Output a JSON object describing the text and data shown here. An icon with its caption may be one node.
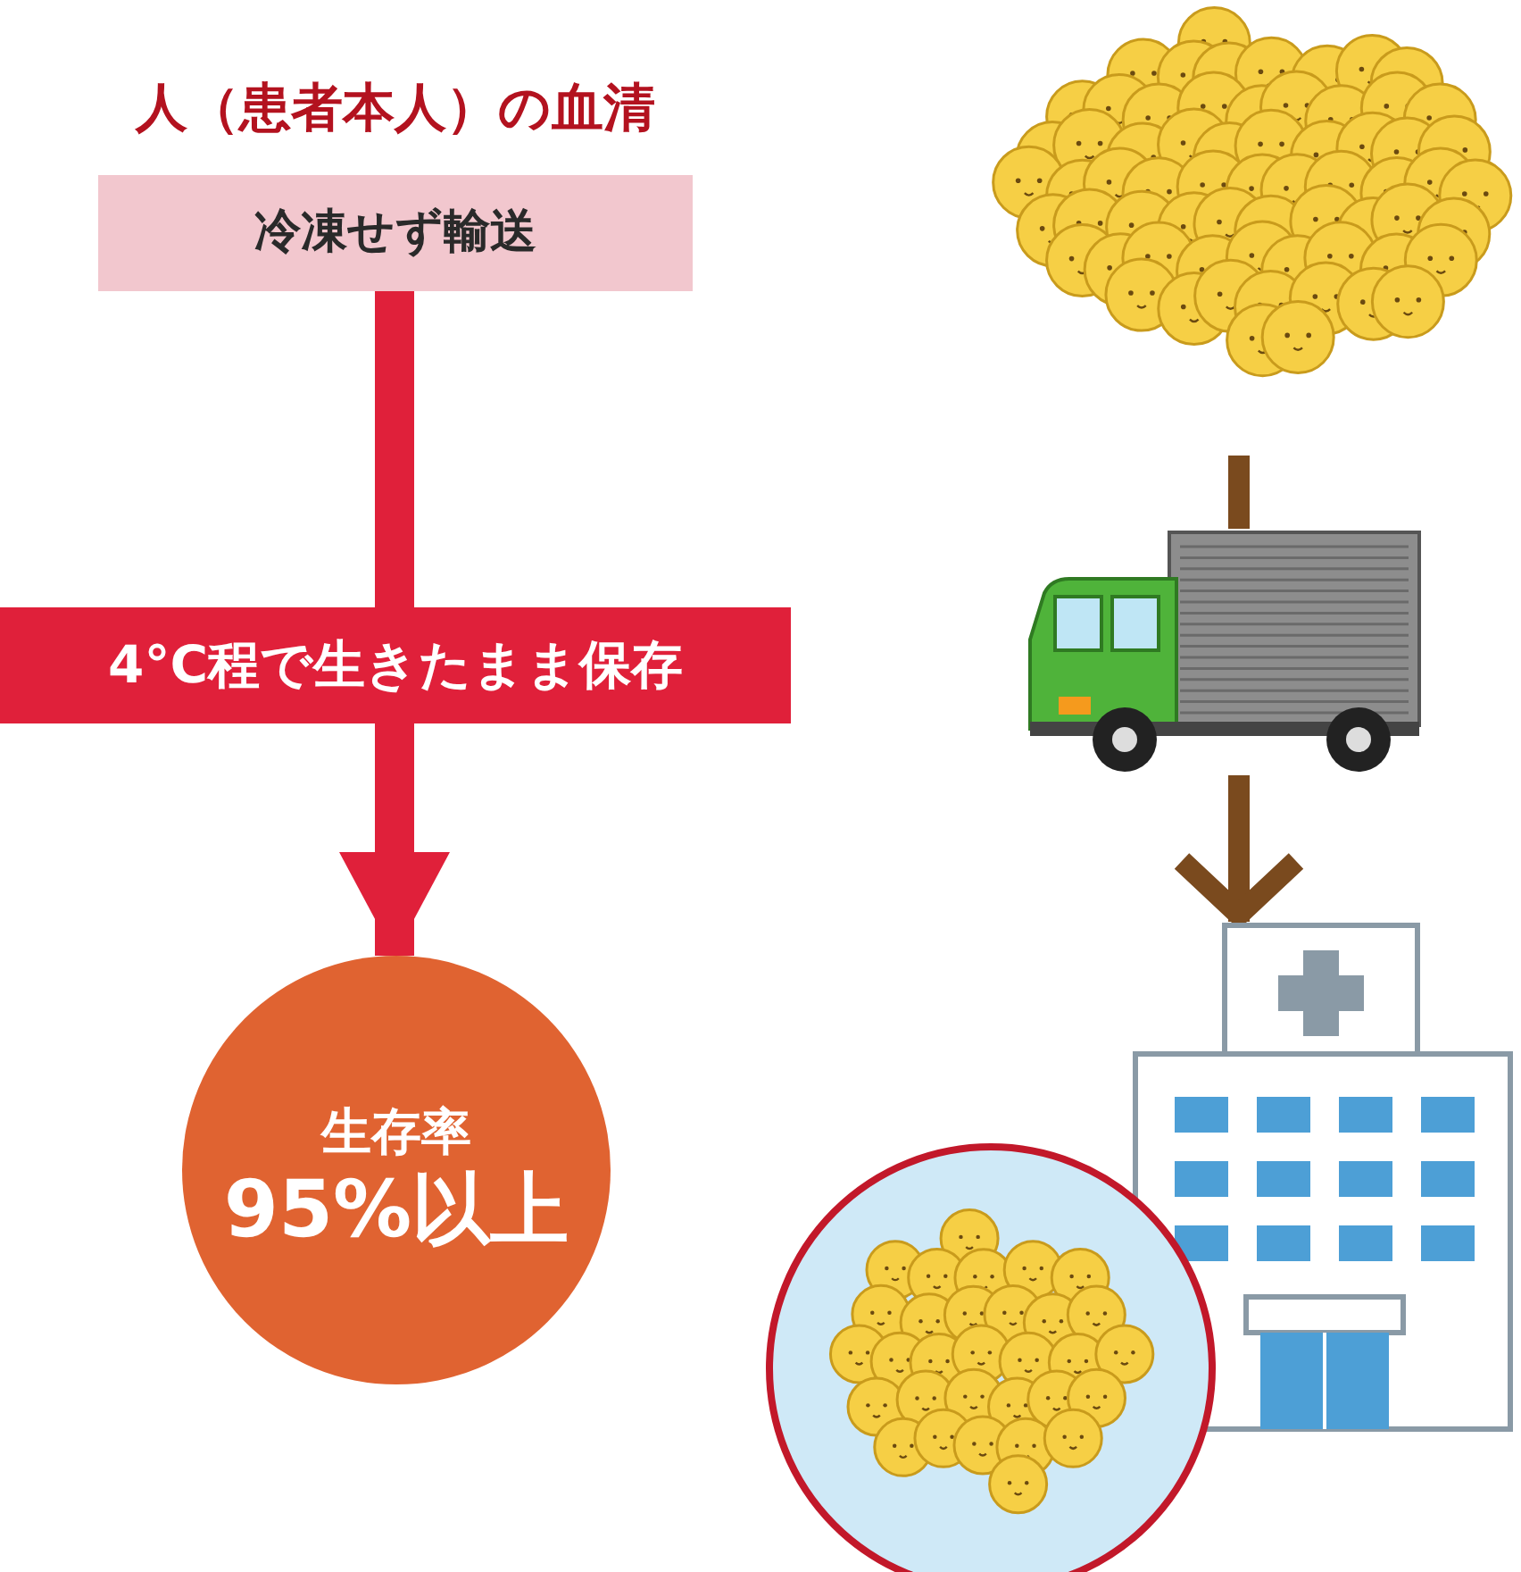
{
  "diagram": {
    "nodes": [
      {
        "text": [
          "人（患者本人）の血清",
          "冷凍せず輸送"
        ]
      },
      {
        "text": [
          "4°C程で生きたまま保存"
        ]
      },
      {
        "text": [
          "生存率",
          "95%以上"
        ]
      },
      {
        "text": [],
        "shape": "picture"
      },
      {
        "text": [],
        "shape": "picture"
      },
      {
        "text": [],
        "shape": "picture"
      },
      {
        "text": [],
        "shape": "picture"
      }
    ],
    "edges": [
      {
        "from": 0,
        "to": 1,
        "arrow": "none",
        "style": "thick"
      },
      {
        "from": 1,
        "to": 2,
        "arrow": "to",
        "style": "thick"
      },
      {
        "from": 3,
        "to": 4,
        "arrow": "none",
        "color": "#7a4a1e"
      },
      {
        "from": 4,
        "to": 5,
        "arrow": "to",
        "color": "#7a4a1e"
      }
    ]
  }
}
